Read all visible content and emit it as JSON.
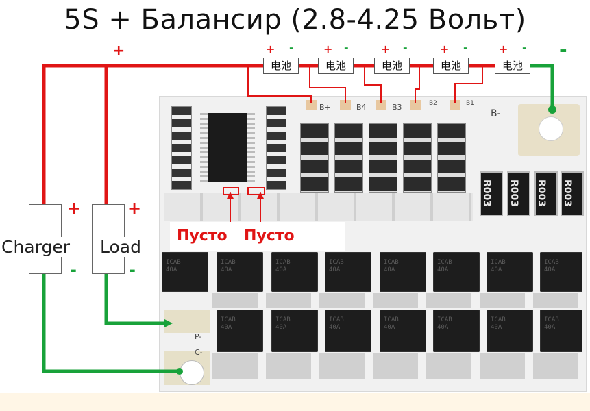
{
  "title": "5S + Балансир  (2.8-4.25 Вольт)",
  "cells": [
    {
      "label": "电池",
      "plus": "+",
      "minus": "-"
    },
    {
      "label": "电池",
      "plus": "+",
      "minus": "-"
    },
    {
      "label": "电池",
      "plus": "+",
      "minus": "-"
    },
    {
      "label": "电池",
      "plus": "+",
      "minus": "-"
    },
    {
      "label": "电池",
      "plus": "+",
      "minus": "-"
    }
  ],
  "main_plus": "+",
  "main_minus": "-",
  "charger": {
    "label": "Charger",
    "plus": "+",
    "minus": "-"
  },
  "load": {
    "label": "Load",
    "plus": "+",
    "minus": "-"
  },
  "empty_labels": [
    "Пусто",
    "Пусто"
  ],
  "board_pins": {
    "b_plus": "B+",
    "b4": "B4",
    "b3": "B3",
    "b2": "B2",
    "b1": "B1",
    "b_minus": "B-",
    "p_minus": "P-",
    "c_minus": "C-"
  },
  "resistor_code": "R003",
  "colors": {
    "positive": "#e01515",
    "negative": "#18a23a",
    "board": "#f4f4f4"
  }
}
